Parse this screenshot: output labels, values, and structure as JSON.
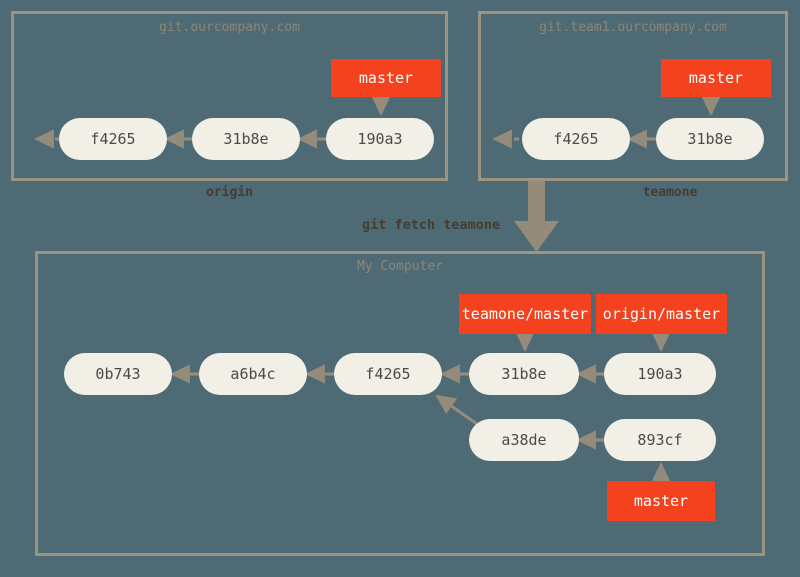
{
  "diagram": {
    "title": "git fetch teamone",
    "background_color": "#4d6a75",
    "panel_border_color": "#9b9480",
    "commit_fill_color": "#f1efe6",
    "commit_text_color": "#4a4a4a",
    "branch_fill_color": "#f4411e",
    "branch_text_color": "#ffffff",
    "arrow_color": "#948b7a",
    "caption_color": "#463c30",
    "panel_title_color": "#8d8776"
  },
  "panels": [
    {
      "id": "origin-server",
      "title": "git.ourcompany.com",
      "caption": "origin",
      "commits": [
        "f4265",
        "31b8e",
        "190a3"
      ],
      "branches": [
        "master"
      ]
    },
    {
      "id": "teamone-server",
      "title": "git.team1.ourcompany.com",
      "caption": "teamone",
      "commits": [
        "f4265",
        "31b8e"
      ],
      "branches": [
        "master"
      ]
    },
    {
      "id": "my-computer",
      "title": "My Computer",
      "caption": "",
      "commits": [
        "0b743",
        "a6b4c",
        "f4265",
        "31b8e",
        "190a3",
        "a38de",
        "893cf"
      ],
      "branches": [
        "teamone/master",
        "origin/master",
        "master"
      ]
    }
  ],
  "command": {
    "label": "git fetch teamone"
  },
  "nodes": {
    "origin_f4265": "f4265",
    "origin_31b8e": "31b8e",
    "origin_190a3": "190a3",
    "origin_master": "master",
    "teamone_f4265": "f4265",
    "teamone_31b8e": "31b8e",
    "teamone_master": "master",
    "local_0b743": "0b743",
    "local_a6b4c": "a6b4c",
    "local_f4265": "f4265",
    "local_31b8e": "31b8e",
    "local_190a3": "190a3",
    "local_a38de": "a38de",
    "local_893cf": "893cf",
    "local_teamone_master": "teamone/master",
    "local_origin_master": "origin/master",
    "local_master": "master"
  },
  "titles": {
    "origin_server": "git.ourcompany.com",
    "teamone_server": "git.team1.ourcompany.com",
    "my_computer": "My Computer"
  },
  "captions": {
    "origin": "origin",
    "teamone": "teamone"
  }
}
